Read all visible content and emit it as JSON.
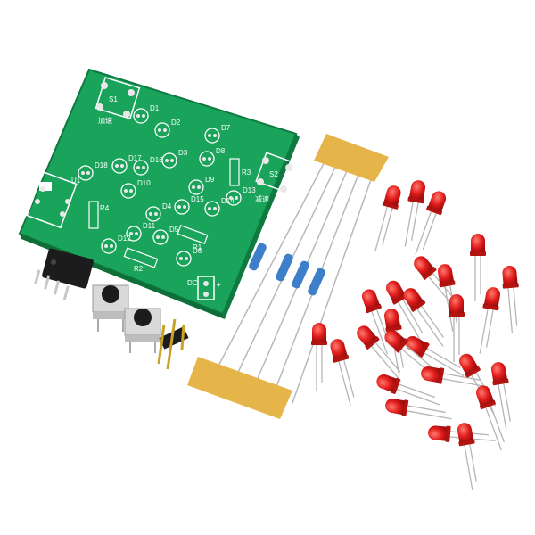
{
  "pcb": {
    "switch_labels": [
      "S1",
      "S2"
    ],
    "chinese_labels": [
      "加速",
      "减速"
    ],
    "led_labels": [
      "D1",
      "D2",
      "D3",
      "D4",
      "D5",
      "D6",
      "D7",
      "D8",
      "D9",
      "D10",
      "D11",
      "D12",
      "D13",
      "D14",
      "D15",
      "D16",
      "D17",
      "D18"
    ],
    "resistor_labels": [
      "R1",
      "R2",
      "R3",
      "R4"
    ],
    "chip_label": "U1",
    "power_label": "DC",
    "plus_sign": "+"
  },
  "components": {
    "led_color": "#e01a1a",
    "board_color": "#19a85a",
    "tape_color": "#e6b54a",
    "resistor_body_color": "#3d7fc9"
  }
}
